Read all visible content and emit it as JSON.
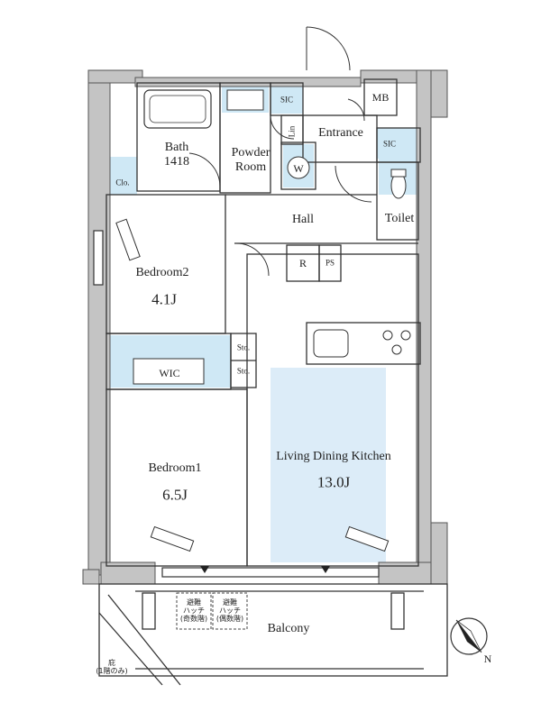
{
  "rooms": {
    "bath": {
      "name": "Bath",
      "size": "1418"
    },
    "powder": {
      "line1": "Powder",
      "line2": "Room"
    },
    "sic1": "SIC",
    "lin": "Lin",
    "washer": "W",
    "mb": "MB",
    "entrance": "Entrance",
    "sic2": "SIC",
    "clo": "Clo.",
    "hall": "Hall",
    "toilet": "Toilet",
    "refrigerator": "R",
    "ps": "PS",
    "bedroom2": {
      "name": "Bedroom2",
      "size": "4.1J"
    },
    "sto1": "Sto.",
    "sto2": "Sto.",
    "wic": "WIC",
    "bedroom1": {
      "name": "Bedroom1",
      "size": "6.5J"
    },
    "ldk": {
      "name": "Living Dining Kitchen",
      "size": "13.0J"
    },
    "balcony": "Balcony",
    "hatch1": {
      "line1": "避難",
      "line2": "ハッチ",
      "line3": "(奇数階)"
    },
    "hatch2": {
      "line1": "避難",
      "line2": "ハッチ",
      "line3": "(偶数階)"
    },
    "eave": {
      "line1": "庇",
      "line2": "(1階のみ)"
    }
  },
  "compass": {
    "label": "N"
  },
  "colors": {
    "wall": "#bdbdbd",
    "wet_area": "#cfe8f5",
    "ldk_highlight": "#dcecf8",
    "line": "#333333"
  }
}
